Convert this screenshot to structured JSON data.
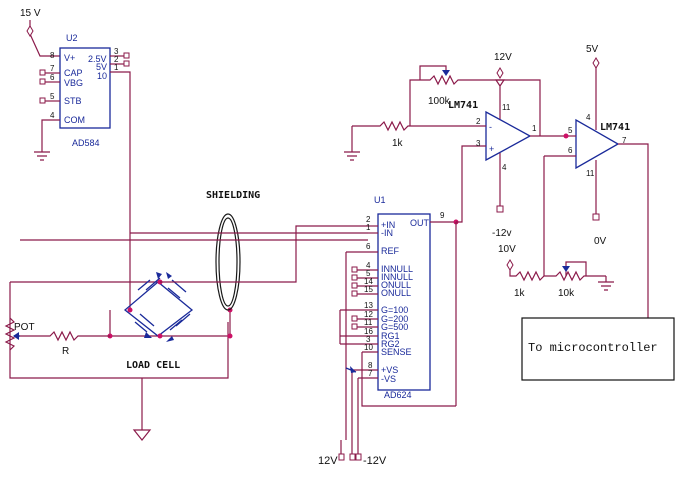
{
  "supply": {
    "u2_v": "15 V",
    "op1_v": "12V",
    "op1_neg": "-12v",
    "op2_v": "5V",
    "op2_gnd": "0V",
    "ref_v": "10V",
    "inamp_pos": "12V",
    "inamp_neg": "-12V"
  },
  "u2": {
    "ref": "U2",
    "part": "AD584",
    "left_pins": [
      {
        "num": "8",
        "label": "V+"
      },
      {
        "num": "7",
        "label": "CAP"
      },
      {
        "num": "6",
        "label": "VBG"
      },
      {
        "num": "5",
        "label": "STB"
      },
      {
        "num": "4",
        "label": "COM"
      }
    ],
    "right_pins": [
      {
        "num": "3",
        "label": "2.5V"
      },
      {
        "num": "2",
        "label": "5V"
      },
      {
        "num": "1",
        "label": "10"
      }
    ]
  },
  "u1": {
    "ref": "U1",
    "part": "AD624",
    "out_label": "OUT",
    "out_pin": "9",
    "pins": [
      {
        "num": "2",
        "label": "+IN"
      },
      {
        "num": "1",
        "label": "-IN"
      },
      {
        "num": "6",
        "label": "REF"
      },
      {
        "num": "4",
        "label": "INNULL"
      },
      {
        "num": "5",
        "label": "INNULL"
      },
      {
        "num": "14",
        "label": "ONULL"
      },
      {
        "num": "15",
        "label": "ONULL"
      },
      {
        "num": "13",
        "label": "G=100"
      },
      {
        "num": "12",
        "label": "G=200"
      },
      {
        "num": "11",
        "label": "G=500"
      },
      {
        "num": "16",
        "label": "RG1"
      },
      {
        "num": "3",
        "label": "RG2"
      },
      {
        "num": "10",
        "label": "SENSE"
      },
      {
        "num": "8",
        "label": "+VS"
      },
      {
        "num": "7",
        "label": "-VS"
      }
    ]
  },
  "opamp1": {
    "part": "LM741",
    "pin_inv": "2",
    "pin_noninv": "3",
    "pin_out": "1",
    "pin_top": "11",
    "pin_bot": "4"
  },
  "opamp2": {
    "part": "LM741",
    "pin_a": "5",
    "pin_b": "6",
    "pin_out": "7",
    "pin_top": "4",
    "pin_bot": "11"
  },
  "resistors": {
    "r_feedback": "100k",
    "r_in": "1k",
    "r_ref": "1k",
    "pot_ref": "10k",
    "r_bridge": "R",
    "pot": "POT"
  },
  "labels": {
    "shielding": "SHIELDING",
    "load_cell": "LOAD CELL",
    "micro": "To microcontroller"
  }
}
